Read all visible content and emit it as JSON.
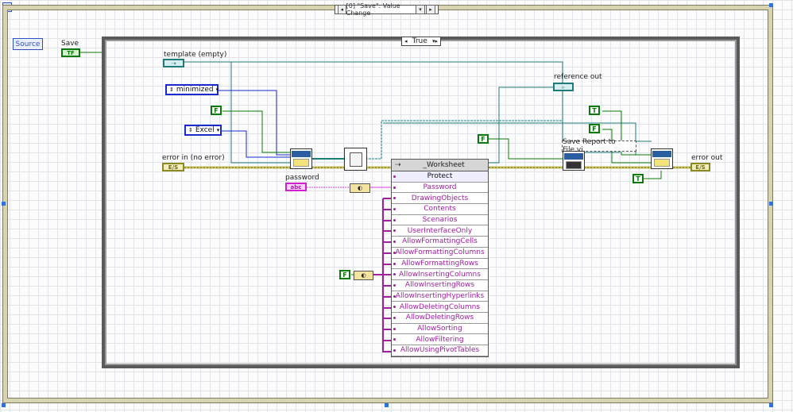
{
  "event_structure": {
    "selector_label": "[0] \"Save\": Value Change",
    "source_label": "Source",
    "save_label": "Save",
    "save_terminal": "TF"
  },
  "case_structure": {
    "selector_label": "True"
  },
  "controls": {
    "template_label": "template (empty)",
    "reference_out_label": "reference out",
    "error_in_label": "error in (no error)",
    "error_out_label": "error out",
    "password_label": "password",
    "password_terminal": "abc",
    "window_state_value": "minimized",
    "report_type_value": "Excel",
    "false_const": "F",
    "true_const": "T",
    "error_terminal": "E/S"
  },
  "save_report_label": "Save Report to File.vi",
  "property_node": {
    "class_name": "_Worksheet",
    "method": "Protect",
    "params": [
      "Password",
      "DrawingObjects",
      "Contents",
      "Scenarios",
      "UserInterfaceOnly",
      "AllowFormattingCells",
      "AllowFormattingColumns",
      "AllowFormattingRows",
      "AllowInsertingColumns",
      "AllowInsertingRows",
      "AllowInsertingHyperlinks",
      "AllowDeletingColumns",
      "AllowDeletingRows",
      "AllowSorting",
      "AllowFiltering",
      "AllowUsingPivotTables"
    ]
  },
  "colors": {
    "boolean_wire": "#0a7a0a",
    "refnum_wire": "#1f7a7a",
    "error_wire": "#c8c060",
    "string_wire": "#e040e0",
    "enum_wire": "#1a2ad0",
    "property_text": "#a020a0"
  }
}
